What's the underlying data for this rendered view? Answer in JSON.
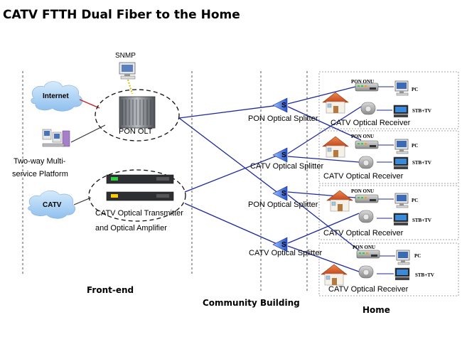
{
  "title": "CATV FTTH Dual Fiber to the Home",
  "sections": {
    "frontend": "Front-end",
    "community": "Community Building",
    "home": "Home"
  },
  "frontend": {
    "snmp": "SNMP",
    "internet": "Internet",
    "pon_olt": "PON OLT",
    "platform_line1": "Two-way Multi-",
    "platform_line2": "service Platform",
    "catv": "CATV",
    "transmitter_line1": "CATV Optical Transmitter",
    "transmitter_line2": "and Optical Amplifier"
  },
  "splitters": [
    {
      "symbol": "S",
      "label": "PON Optical Splitter"
    },
    {
      "symbol": "S",
      "label": "CATV Optical Splitter"
    },
    {
      "symbol": "S",
      "label": "PON Optical Splitter"
    },
    {
      "symbol": "S",
      "label": "CATV Optical Splitter"
    }
  ],
  "homes": [
    {
      "onu": "PON ONU",
      "pc": "PC",
      "stb": "STB+TV",
      "receiver": "CATV Optical Receiver"
    },
    {
      "onu": "PON ONU",
      "pc": "PC",
      "stb": "STB+TV",
      "receiver": "CATV Optical Receiver"
    },
    {
      "onu": "PON ONU",
      "pc": "PC",
      "stb": "STB+TV",
      "receiver": "CATV Optical Receiver"
    },
    {
      "onu": "PON ONU",
      "pc": "PC",
      "stb": "STB+TV",
      "receiver": "CATV Optical Receiver"
    }
  ],
  "colors": {
    "fiber": "#1f2a9a",
    "cloud_fill": "#a9d0f5",
    "splitter_blue": "#3a6fd6",
    "roof_orange": "#e0642b",
    "link_red": "#cc2222"
  }
}
